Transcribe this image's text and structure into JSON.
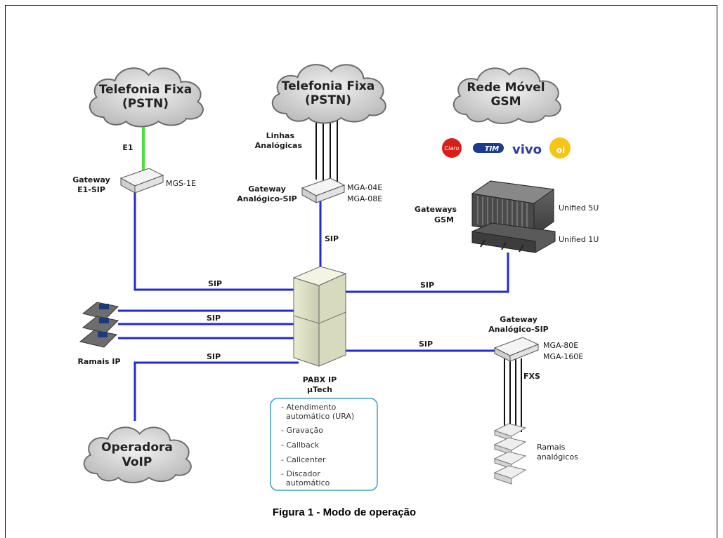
{
  "clouds": {
    "pstn_left": {
      "line1": "Telefonia Fixa",
      "line2": "(PSTN)"
    },
    "pstn_center": {
      "line1": "Telefonia Fixa",
      "line2": "(PSTN)"
    },
    "gsm": {
      "line1": "Rede Móvel",
      "line2": "GSM"
    },
    "voip": {
      "line1": "Operadora",
      "line2": "VoIP"
    }
  },
  "carriers": [
    "Claro",
    "TIM",
    "vivo",
    "oi"
  ],
  "labels": {
    "e1": "E1",
    "gw_e1_l1": "Gateway",
    "gw_e1_l2": "E1-SIP",
    "mgs": "MGS-1E",
    "linhas_l1": "Linhas",
    "linhas_l2": "Analógicas",
    "gw_analog_l1": "Gateway",
    "gw_analog_l2": "Analógico-SIP",
    "mga04": "MGA-04E",
    "mga08": "MGA-08E",
    "sip_center": "SIP",
    "gw_gsm_l1": "Gateways",
    "gw_gsm_l2": "GSM",
    "unified5u": "Unified 5U",
    "unified1u": "Unified 1U",
    "sip_left": "SIP",
    "sip_right": "SIP",
    "sip_phones": "SIP",
    "sip_voip": "SIP",
    "sip_gw2": "SIP",
    "ramais_ip": "Ramais IP",
    "pabx_l1": "PABX IP",
    "pabx_l2": "µTech",
    "gw2_l1": "Gateway",
    "gw2_l2": "Analógico-SIP",
    "mga80": "MGA-80E",
    "mga160": "MGA-160E",
    "fxs": "FXS",
    "ramais_an_l1": "Ramais",
    "ramais_an_l2": "analógicos"
  },
  "features": [
    [
      "- Atendimento",
      "automático (URA)"
    ],
    [
      "- Gravação"
    ],
    [
      "- Callback"
    ],
    [
      "- Callcenter"
    ],
    [
      "- Discador",
      "automático"
    ]
  ],
  "caption": "Figura 1 - Modo de operação",
  "colors": {
    "sip_line": "#1f2ad8",
    "e1_line": "#4de03a",
    "analog_line": "#111111",
    "cloud": "#d9d9d9"
  }
}
